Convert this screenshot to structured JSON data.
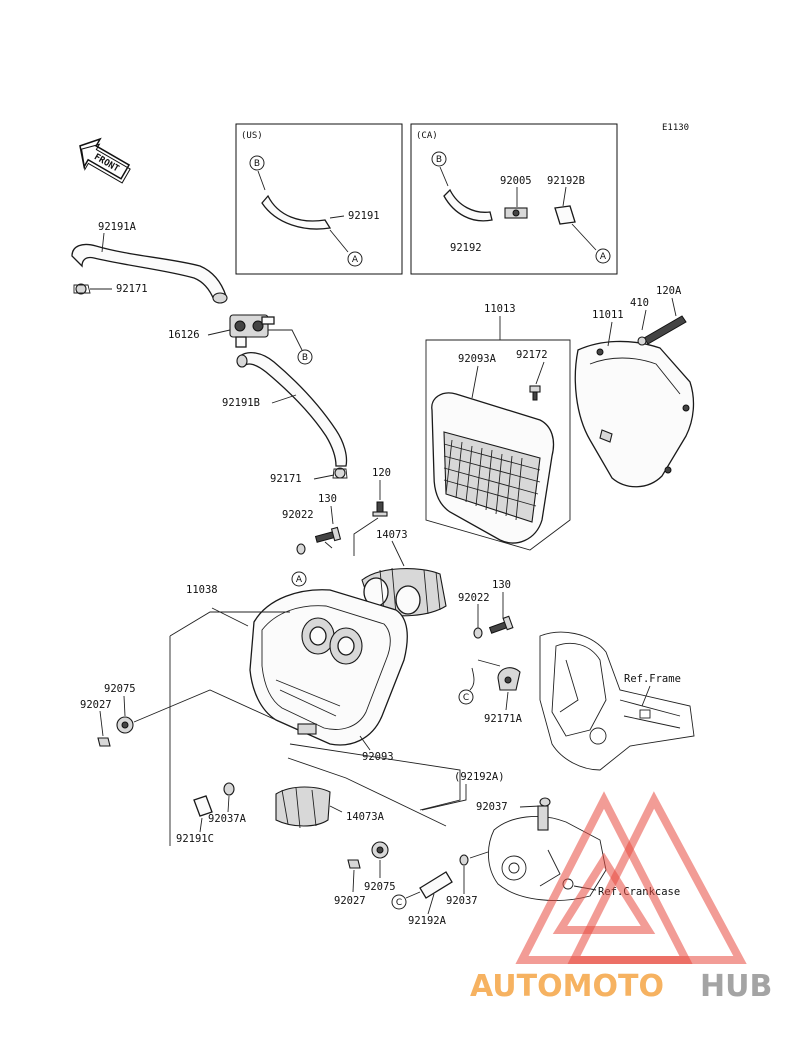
{
  "diagram_code": "E1130",
  "front_arrow_label": "FRONT",
  "boxes": {
    "us": {
      "title": "(US)",
      "callout_b": "B",
      "callout_a": "A",
      "part": "92191"
    },
    "ca": {
      "title": "(CA)",
      "callout_b": "B",
      "callout_a": "A",
      "part_1": "92005",
      "part_2": "92192B",
      "part_3": "92192"
    }
  },
  "callouts": {
    "a": "A",
    "b": "B",
    "c": "C"
  },
  "parts": {
    "p92191A": "92191A",
    "p92171_top": "92171",
    "p16126": "16126",
    "p92191B": "92191B",
    "p92171_mid": "92171",
    "p120_mid": "120",
    "p130_left": "130",
    "p92022_left": "92022",
    "p14073": "14073",
    "p11038": "11038",
    "p92022_right": "92022",
    "p130_right": "130",
    "p92171A": "92171A",
    "p92075_left": "92075",
    "p92027_left": "92027",
    "p92093": "92093",
    "p92192A_paren": "(92192A)",
    "p92037_right": "92037",
    "p14073A": "14073A",
    "p92037A": "92037A",
    "p92191C": "92191C",
    "p92075_bottom": "92075",
    "p92027_bottom": "92027",
    "p92037_bottom": "92037",
    "p92192A": "92192A",
    "p11013": "11013",
    "p92093A": "92093A",
    "p92172": "92172",
    "p11011": "11011",
    "p410": "410",
    "p120A": "120A"
  },
  "ref_labels": {
    "frame": "Ref.Frame",
    "crankcase": "Ref.Crankcase"
  },
  "watermark": {
    "part_1": "AUTOMOTO",
    "part_2": "HUB",
    "colors": {
      "orange": "#f4a03a",
      "grey": "#8e8e8e",
      "red": "#e84a3f"
    }
  }
}
